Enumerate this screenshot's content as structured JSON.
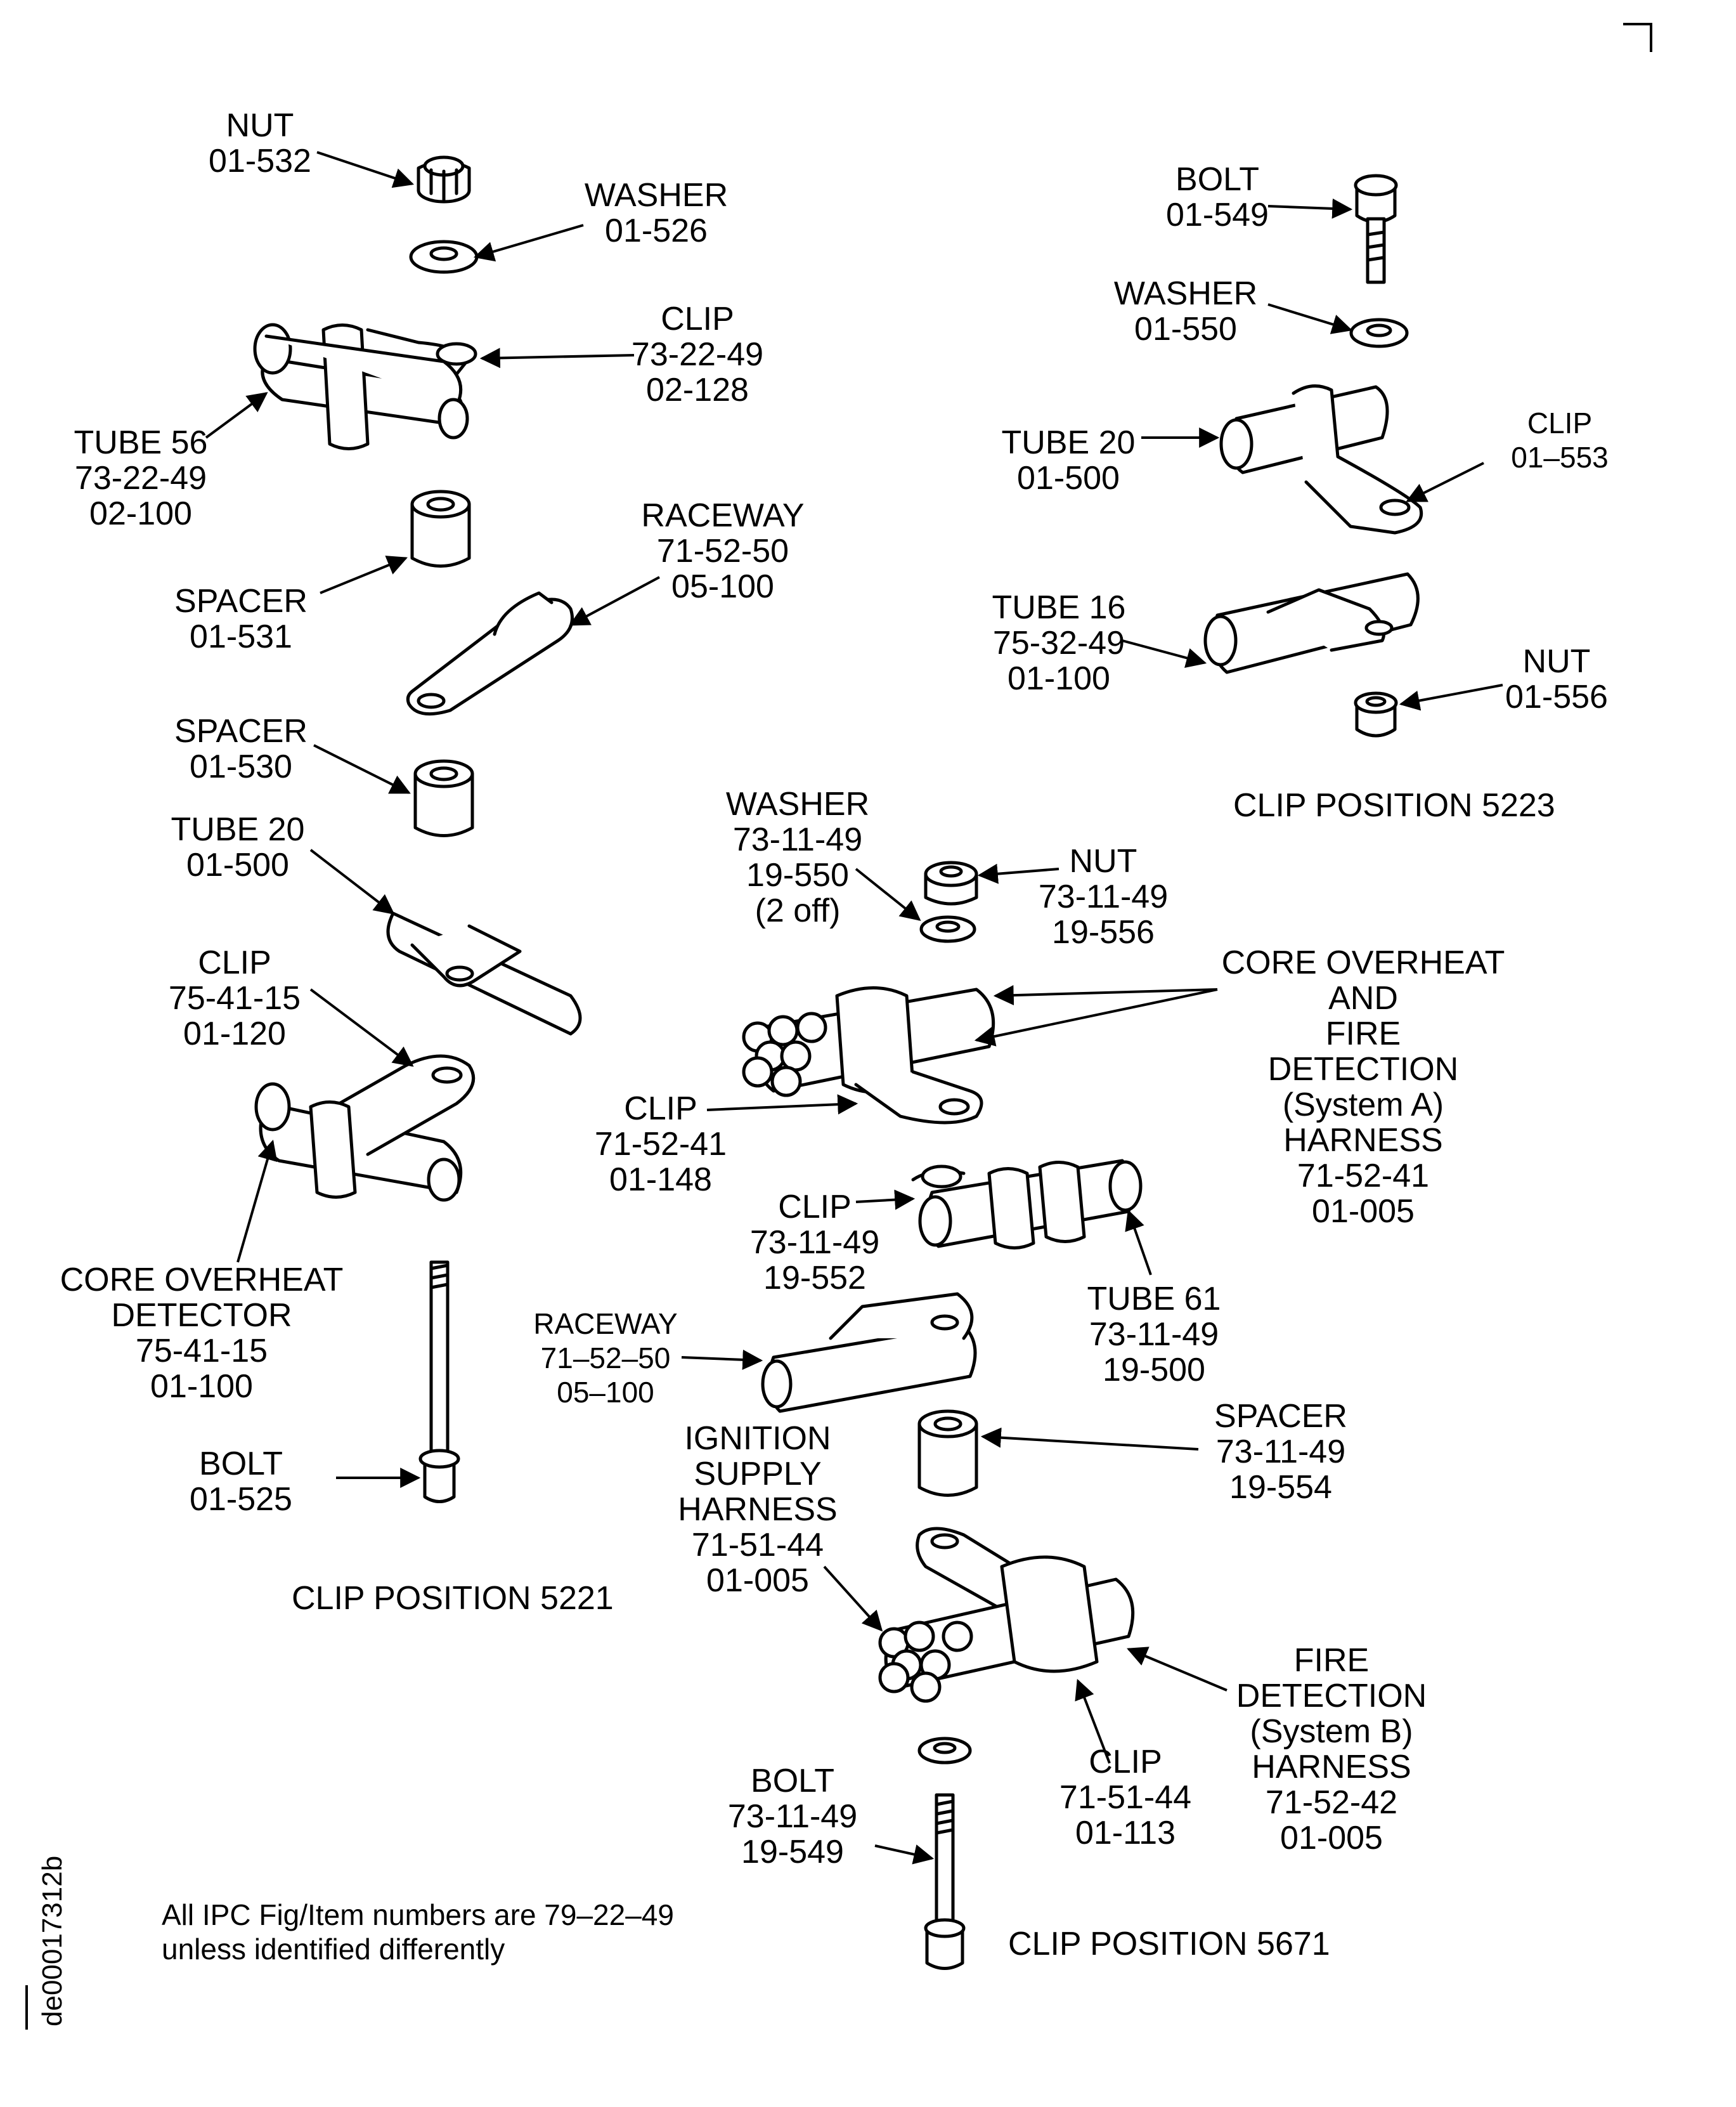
{
  "labels": {
    "nut_532": [
      "NUT",
      "01-532"
    ],
    "washer_526": [
      "WASHER",
      "01-526"
    ],
    "clip_7322": [
      "CLIP",
      "73-22-49",
      "02-128"
    ],
    "tube56": [
      "TUBE 56",
      "73-22-49",
      "02-100"
    ],
    "raceway_5221": [
      "RACEWAY",
      "71-52-50",
      "05-100"
    ],
    "spacer_531": [
      "SPACER",
      "01-531"
    ],
    "spacer_530": [
      "SPACER",
      "01-530"
    ],
    "tube20_5221": [
      "TUBE 20",
      "01-500"
    ],
    "clip_754115": [
      "CLIP",
      "75-41-15",
      "01-120"
    ],
    "core_detector": [
      "CORE OVERHEAT",
      "DETECTOR",
      "75-41-15",
      "01-100"
    ],
    "bolt_525": [
      "BOLT",
      "01-525"
    ],
    "bolt_549": [
      "BOLT",
      "01-549"
    ],
    "washer_550": [
      "WASHER",
      "01-550"
    ],
    "tube20_5223": [
      "TUBE 20",
      "01-500"
    ],
    "clip_553": [
      "CLIP",
      "01–553"
    ],
    "tube16": [
      "TUBE 16",
      "75-32-49",
      "01-100"
    ],
    "nut_556": [
      "NUT",
      "01-556"
    ],
    "washer_7311": [
      "WASHER",
      "73-11-49",
      "19-550",
      "(2 off)"
    ],
    "nut_7311": [
      "NUT",
      "73-11-49",
      "19-556"
    ],
    "core_fire_a": [
      "CORE OVERHEAT",
      "AND",
      "FIRE",
      "DETECTION",
      "(System A)",
      "HARNESS",
      "71-52-41",
      "01-005"
    ],
    "clip_715241": [
      "CLIP",
      "71-52-41",
      "01-148"
    ],
    "clip_7311_552": [
      "CLIP",
      "73-11-49",
      "19-552"
    ],
    "tube61": [
      "TUBE 61",
      "73-11-49",
      "19-500"
    ],
    "raceway_5671": [
      "RACEWAY",
      "71–52–50",
      "05–100"
    ],
    "ignition": [
      "IGNITION",
      "SUPPLY",
      "HARNESS",
      "71-51-44",
      "01-005"
    ],
    "spacer_554": [
      "SPACER",
      "73-11-49",
      "19-554"
    ],
    "fire_b": [
      "FIRE",
      "DETECTION",
      "(System B)",
      "HARNESS",
      "71-52-42",
      "01-005"
    ],
    "clip_715144": [
      "CLIP",
      "71-51-44",
      "01-113"
    ],
    "bolt_7311": [
      "BOLT",
      "73-11-49",
      "19-549"
    ]
  },
  "captions": {
    "pos5221": "CLIP POSITION 5221",
    "pos5223": "CLIP POSITION 5223",
    "pos5671": "CLIP POSITION 5671"
  },
  "note": [
    "All IPC Fig/Item numbers are 79–22–49",
    "unless identified differently"
  ],
  "doc_id": "de00017312b"
}
